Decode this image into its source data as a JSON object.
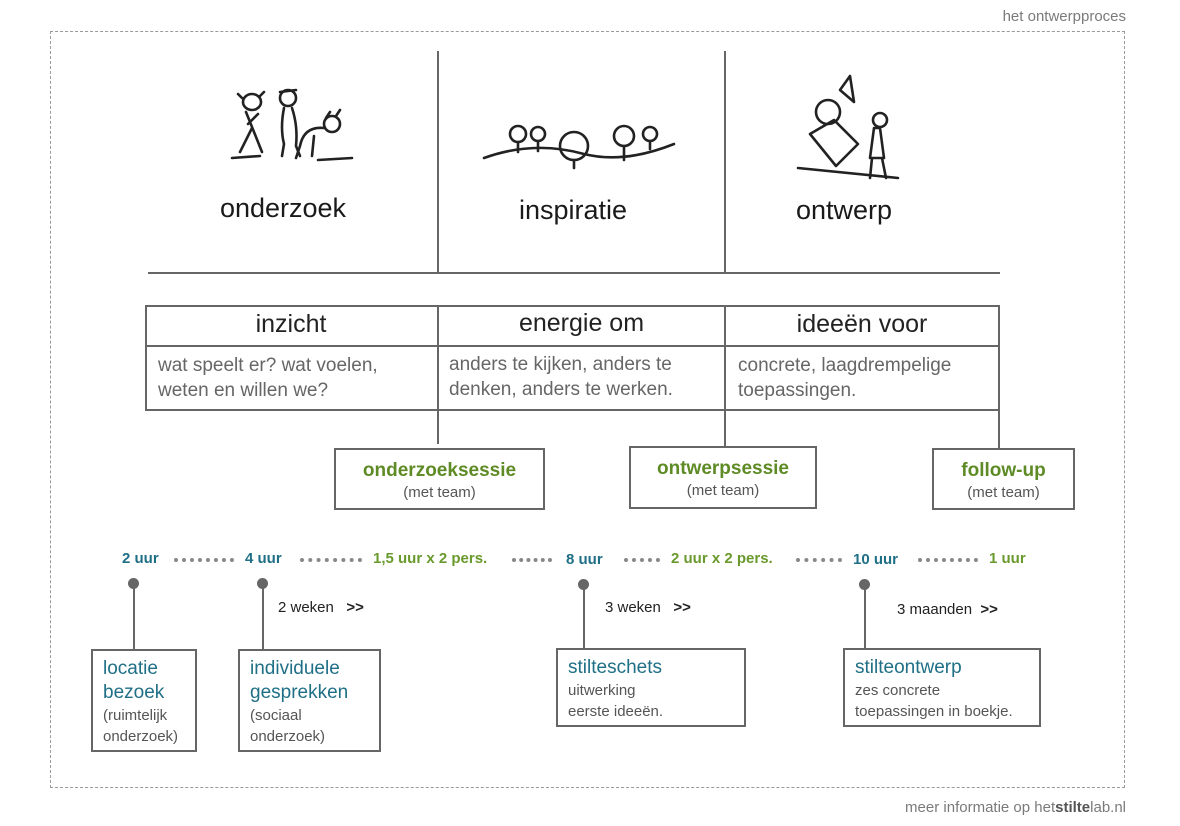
{
  "header_tag": "het ontwerpproces",
  "footer": {
    "prefix": "meer informatie op het",
    "bold": "stilte",
    "suffix": "lab.nl"
  },
  "phases": [
    "onderzoek",
    "inspiratie",
    "ontwerp"
  ],
  "table": [
    {
      "head": "inzicht",
      "line1": "wat speelt er? wat voelen,",
      "line2": "weten en willen we?"
    },
    {
      "head": "energie om",
      "line1": "anders te kijken, anders te",
      "line2": "denken, anders te werken."
    },
    {
      "head": "ideeën voor",
      "line1": "concrete, laagdrempelige",
      "line2": "toepassingen."
    }
  ],
  "sessions": [
    {
      "title": "onderzoeksessie",
      "sub": "(met team)"
    },
    {
      "title": "ontwerpsessie",
      "sub": "(met team)"
    },
    {
      "title": "follow-up",
      "sub": "(met team)"
    }
  ],
  "timeline": [
    "2 uur",
    "4 uur",
    "1,5 uur x 2 pers.",
    "8 uur",
    "2 uur x 2 pers.",
    "10 uur",
    "1 uur"
  ],
  "waits": [
    {
      "label": "2 weken",
      "arrow": ">>"
    },
    {
      "label": "3 weken",
      "arrow": ">>"
    },
    {
      "label": "3  maanden",
      "arrow": ">>"
    }
  ],
  "outputs": [
    {
      "title1": "locatie",
      "title2": "bezoek",
      "sub1": "(ruimtelijk",
      "sub2": "onderzoek)"
    },
    {
      "title1": "individuele",
      "title2": "gesprekken",
      "sub1": "(sociaal",
      "sub2": "onderzoek)"
    },
    {
      "title1": "stilteschets",
      "sub1": "uitwerking",
      "sub2": "eerste ideeën."
    },
    {
      "title1": "stilteontwerp",
      "sub1": "zes concrete",
      "sub2": "toepassingen in boekje."
    }
  ],
  "colors": {
    "green": "#5e8b25",
    "blue": "#1f6f86",
    "line": "#666666"
  }
}
